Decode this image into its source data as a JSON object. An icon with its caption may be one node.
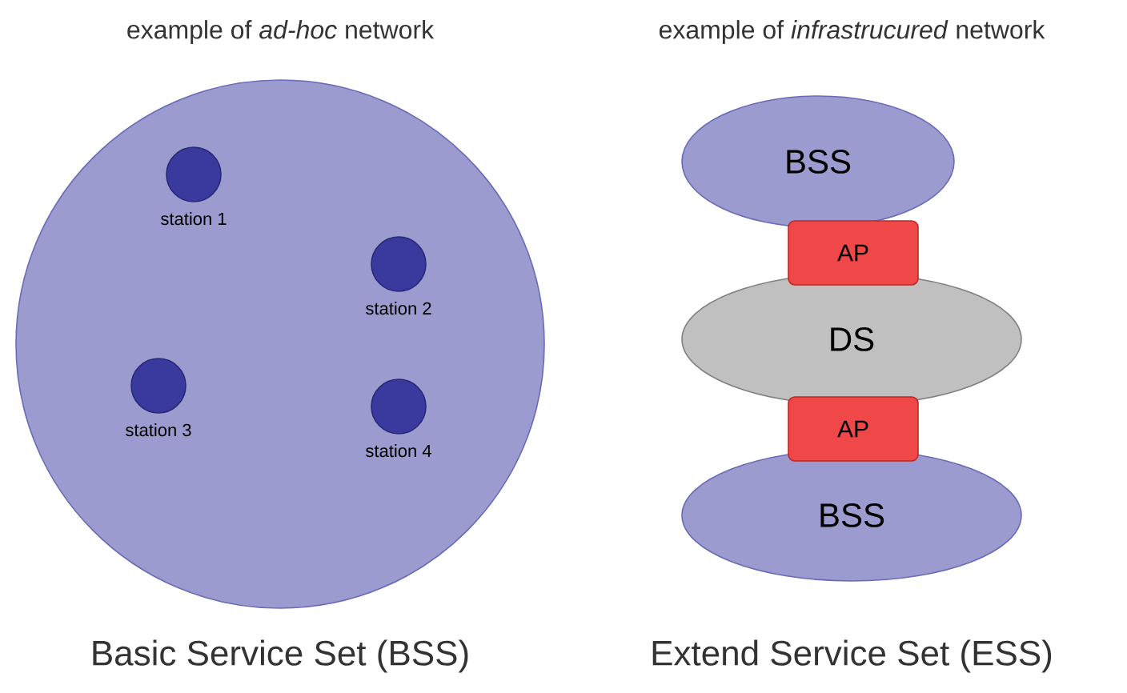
{
  "diagram": {
    "nodes": [
      {
        "text": [],
        "shape": "circle"
      },
      {
        "text": [
          "station 1"
        ],
        "in": 0
      },
      {
        "text": [
          "station 2"
        ],
        "in": 0
      },
      {
        "text": [
          "station 3"
        ],
        "in": 0
      },
      {
        "text": [
          "station 4"
        ],
        "in": 0
      },
      {
        "text": [
          "BSS"
        ]
      },
      {
        "text": [
          "DS"
        ]
      },
      {
        "text": [
          "BSS"
        ]
      },
      {
        "text": [
          "AP"
        ]
      },
      {
        "text": [
          "AP"
        ]
      }
    ],
    "labels": [
      "example of *ad-hoc* network",
      "example of *infrastrucured* network",
      "Basic Service Set (BSS)",
      "Extend Service Set (ESS)"
    ]
  }
}
